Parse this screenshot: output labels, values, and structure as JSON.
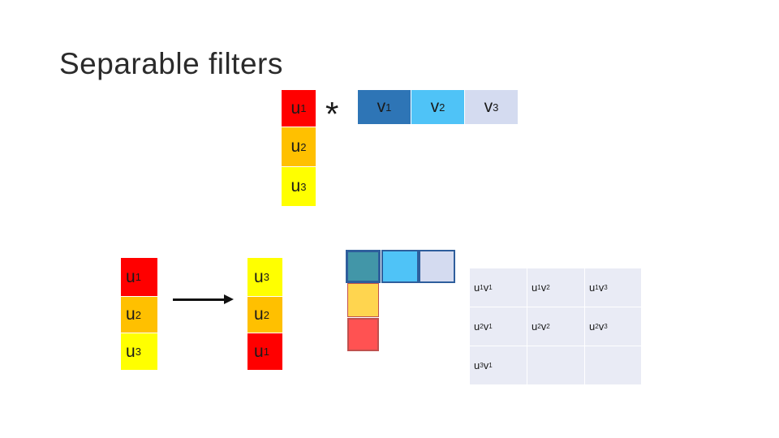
{
  "title": "Separable filters",
  "colors": {
    "red": "#ff0000",
    "orange": "#ffc000",
    "yellow": "#ffff00",
    "v1": "#2e75b6",
    "v2": "#4fc3f7",
    "v3": "#d4dbf0",
    "result_teal": "#4296a8",
    "result_yellow": "#ffd54f",
    "result_red": "#ff5252",
    "table_cell": "#e9ebf5"
  },
  "column_vector": [
    {
      "base": "u",
      "sub": "1"
    },
    {
      "base": "u",
      "sub": "2"
    },
    {
      "base": "u",
      "sub": "3"
    }
  ],
  "operator": "*",
  "row_vector": [
    {
      "base": "v",
      "sub": "1"
    },
    {
      "base": "v",
      "sub": "2"
    },
    {
      "base": "v",
      "sub": "3"
    }
  ],
  "left_column": [
    {
      "base": "u",
      "sub": "1"
    },
    {
      "base": "u",
      "sub": "2"
    },
    {
      "base": "u",
      "sub": "3"
    }
  ],
  "flipped_column": [
    {
      "base": "u",
      "sub": "3"
    },
    {
      "base": "u",
      "sub": "2"
    },
    {
      "base": "u",
      "sub": "1"
    }
  ],
  "table": [
    [
      {
        "a": "u",
        "as": "1",
        "b": "v",
        "bs": "1"
      },
      {
        "a": "u",
        "as": "1",
        "b": "v",
        "bs": "2"
      },
      {
        "a": "u",
        "as": "1",
        "b": "v",
        "bs": "3"
      }
    ],
    [
      {
        "a": "u",
        "as": "2",
        "b": "v",
        "bs": "1"
      },
      {
        "a": "u",
        "as": "2",
        "b": "v",
        "bs": "2"
      },
      {
        "a": "u",
        "as": "2",
        "b": "v",
        "bs": "3"
      }
    ],
    [
      {
        "a": "u",
        "as": "3",
        "b": "v",
        "bs": "1"
      },
      {
        "a": "",
        "as": "",
        "b": "",
        "bs": ""
      },
      {
        "a": "",
        "as": "",
        "b": "",
        "bs": ""
      }
    ]
  ]
}
